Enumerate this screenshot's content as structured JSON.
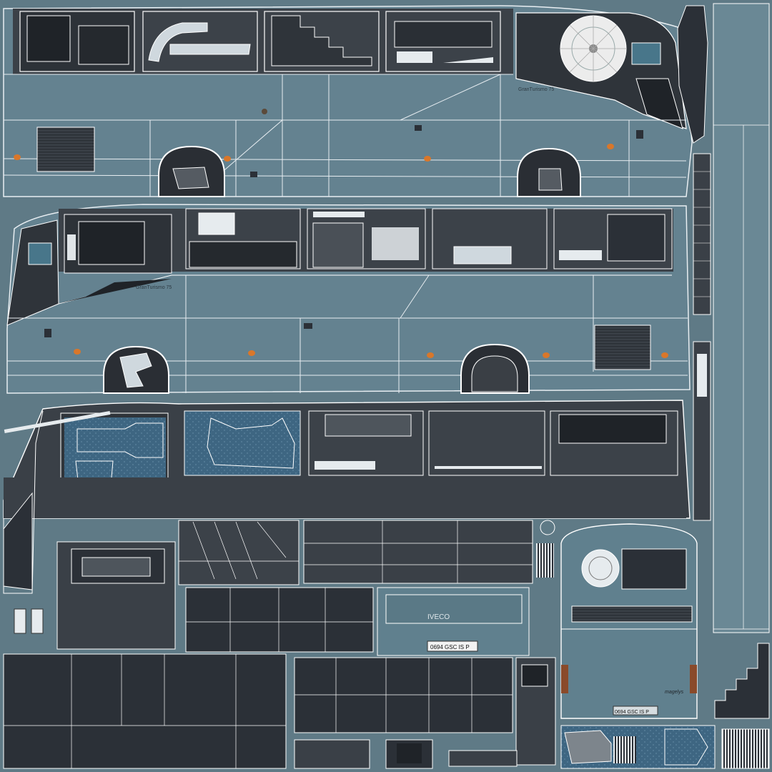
{
  "atlas": {
    "base_color": "#5f7a86",
    "panel_color": "#607e8b",
    "dark_color": "#3a4047",
    "darker_color": "#2b3037",
    "glass_color": "#3d6580",
    "wire_color": "#ffffff",
    "lamp_color": "#d9772a"
  },
  "labels": {
    "badge_top": "GranTurismo 75",
    "badge_middle": "GranTurismo 75",
    "front_brand": "IVECO",
    "front_plate": "0694 GSC IS P",
    "rear_plate": "0694 GSC IS P",
    "rear_script": "magelys"
  }
}
